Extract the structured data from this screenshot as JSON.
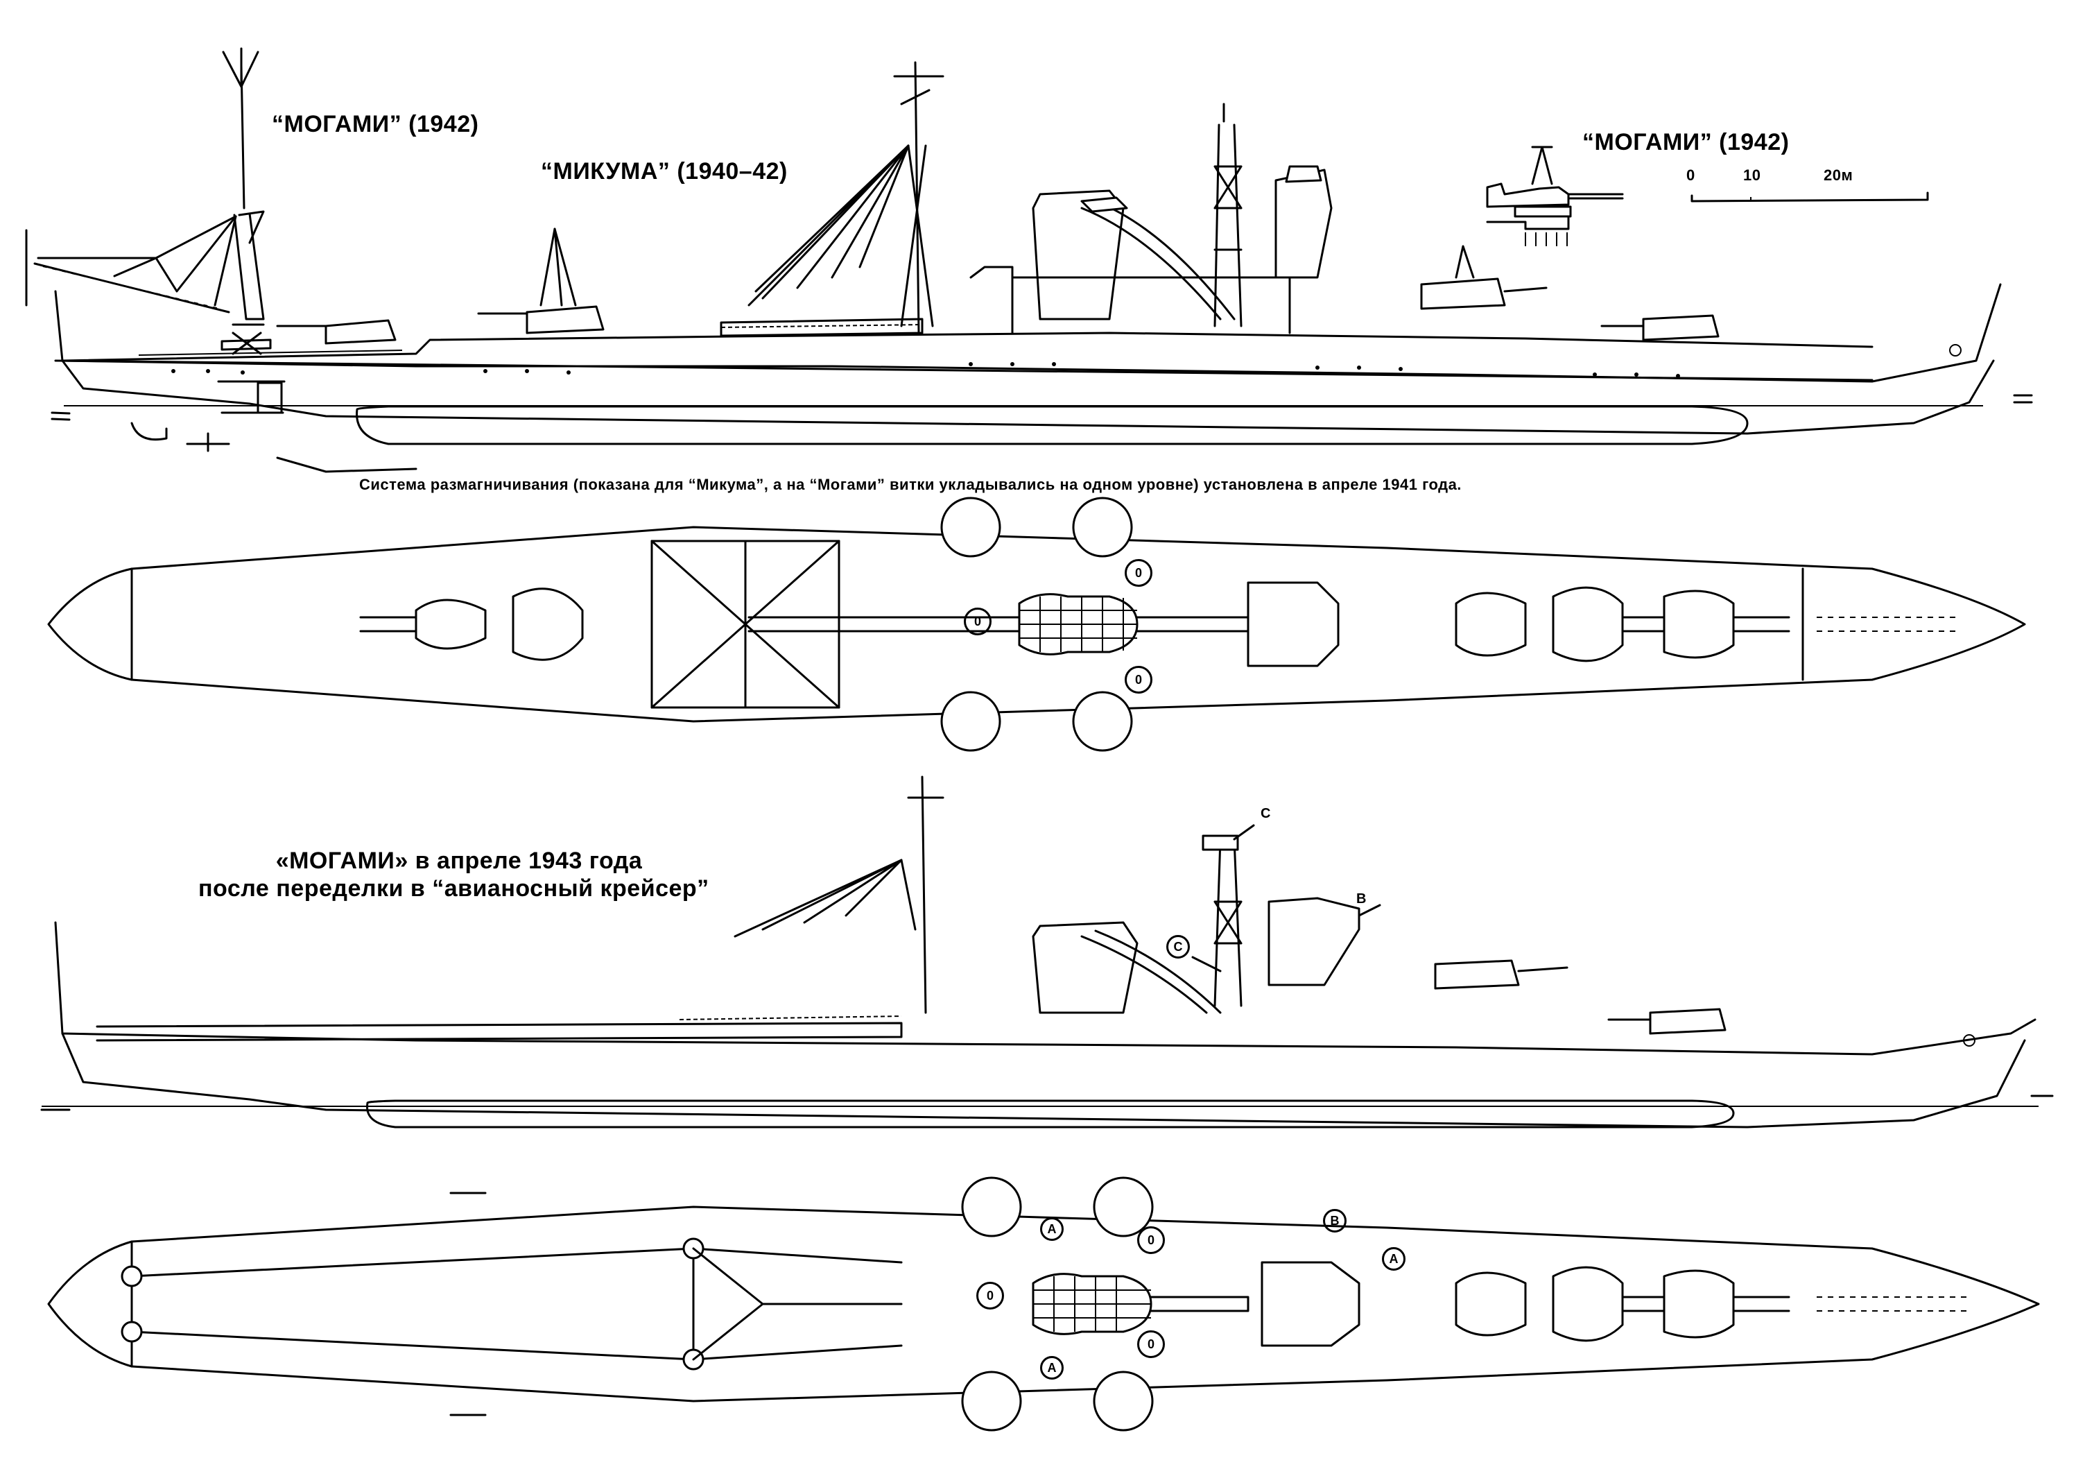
{
  "labels": {
    "inset_mast_title": "“МОГАМИ” (1942)",
    "profile_1940_title": "“МИКУМА” (1940–42)",
    "inset_turret_title": "“МОГАМИ” (1942)",
    "degaussing_caption": "Система размагничивания (показана для “Микума”, а на “Могами” витки укладывались на одном уровне) установлена в апреле 1941 года.",
    "profile_1943_title_line1": "«МОГАМИ» в апреле 1943 года",
    "profile_1943_title_line2": "после переделки в “авианосный крейсер”"
  },
  "scale_bar": {
    "ticks": [
      "0",
      "10",
      "20м"
    ],
    "unit": "м",
    "max_meters": 20
  },
  "callouts": {
    "profile_1943": [
      "C",
      "B",
      "C"
    ],
    "plan_1943": [
      "A",
      "A",
      "B",
      "A"
    ],
    "plan_1940_markers": [
      "0",
      "0",
      "0"
    ],
    "plan_1943_markers": [
      "0",
      "0",
      "0"
    ]
  },
  "views": [
    {
      "id": "mast-inset",
      "name": "Mogami 1942 mainmast & crane"
    },
    {
      "id": "profile-1940",
      "name": "Mikuma 1940-42 side profile"
    },
    {
      "id": "turret-inset",
      "name": "Mogami 1942 turret"
    },
    {
      "id": "plan-1940",
      "name": "Mikuma 1940-42 plan view"
    },
    {
      "id": "profile-1943",
      "name": "Mogami April 1943 side profile"
    },
    {
      "id": "plan-1943",
      "name": "Mogami April 1943 plan view"
    }
  ]
}
